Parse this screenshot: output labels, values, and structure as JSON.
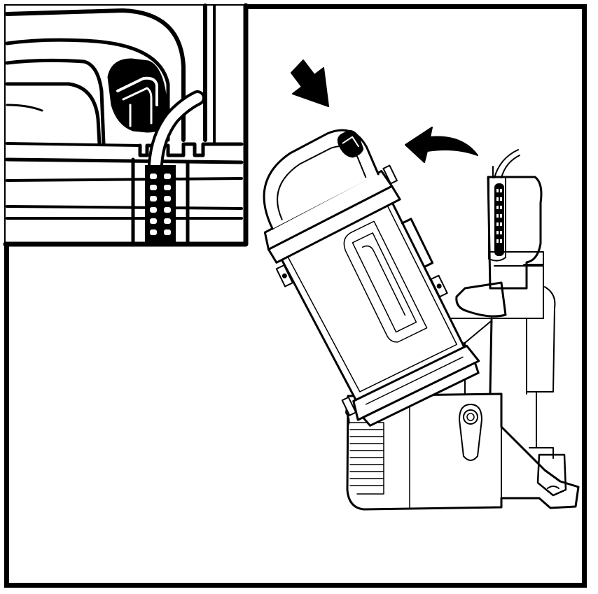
{
  "illustration": {
    "kind": "line-art instruction diagram",
    "text_labels": [],
    "colors": {
      "ink": "#000000",
      "paper": "#ffffff"
    },
    "icons": [
      "down-arrow-icon",
      "curved-arrow-icon"
    ],
    "inset": {
      "subject": "cord-clip-detail"
    },
    "main": {
      "subject": "tank-tilting-onto-base"
    }
  }
}
